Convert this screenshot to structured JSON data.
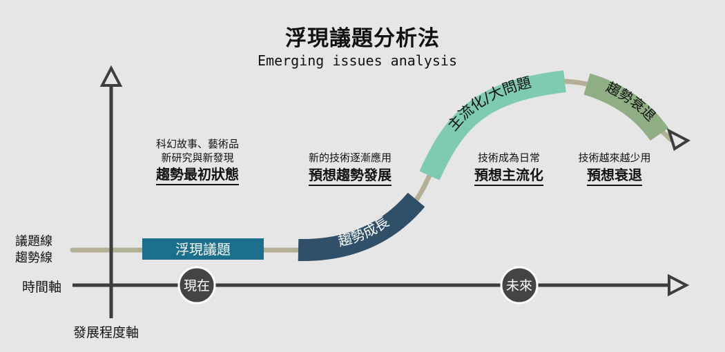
{
  "title": "浮現議題分析法",
  "subtitle": "Emerging issues analysis",
  "axes": {
    "y_label": "發展程度軸",
    "x_label": "時間軸",
    "issue_line_label": [
      "議題線",
      "趨勢線"
    ]
  },
  "markers": {
    "now": "現在",
    "future": "未來"
  },
  "segments": {
    "emerging": "浮現議題",
    "growth": "趨勢成長",
    "mainstream": "主流化/大問題",
    "decline": "趨勢衰退"
  },
  "stages": [
    {
      "small": [
        "科幻故事、藝術品",
        "新研究與新發現"
      ],
      "big": "趨勢最初狀態"
    },
    {
      "small": [
        "新的技術逐漸應用"
      ],
      "big": "預想趨勢發展"
    },
    {
      "small": [
        "技術成為日常"
      ],
      "big": "預想主流化"
    },
    {
      "small": [
        "技術越來越少用"
      ],
      "big": "預想衰退"
    }
  ],
  "colors": {
    "background": "#e6e6e6",
    "axis": "#3d3d3d",
    "trend_line": "#b3b095",
    "emerging": "#1a6f8c",
    "growth": "#2f5068",
    "mainstream": "#7ecbb1",
    "decline": "#8fae84",
    "marker": "#444444"
  }
}
